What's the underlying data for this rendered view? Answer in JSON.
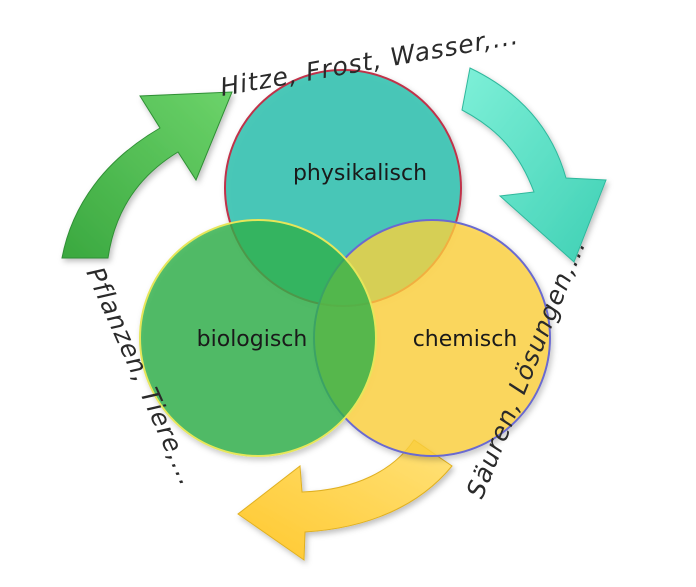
{
  "diagram": {
    "circles": [
      {
        "id": "physical",
        "label": "physikalisch",
        "color": "#3cc4b4"
      },
      {
        "id": "biological",
        "label": "biologisch",
        "color": "#2fb04a"
      },
      {
        "id": "chemical",
        "label": "chemisch",
        "color": "#ffd23c"
      }
    ],
    "annotations": {
      "top": "Hitze, Frost, Wasser,...",
      "right": "Säuren, Lösungen,...",
      "left": "Pflanzen, Tiere,..."
    },
    "arrow_colors": {
      "green": "#4cbf4c",
      "teal": "#4fdcc0",
      "yellow": "#ffd34a"
    }
  }
}
